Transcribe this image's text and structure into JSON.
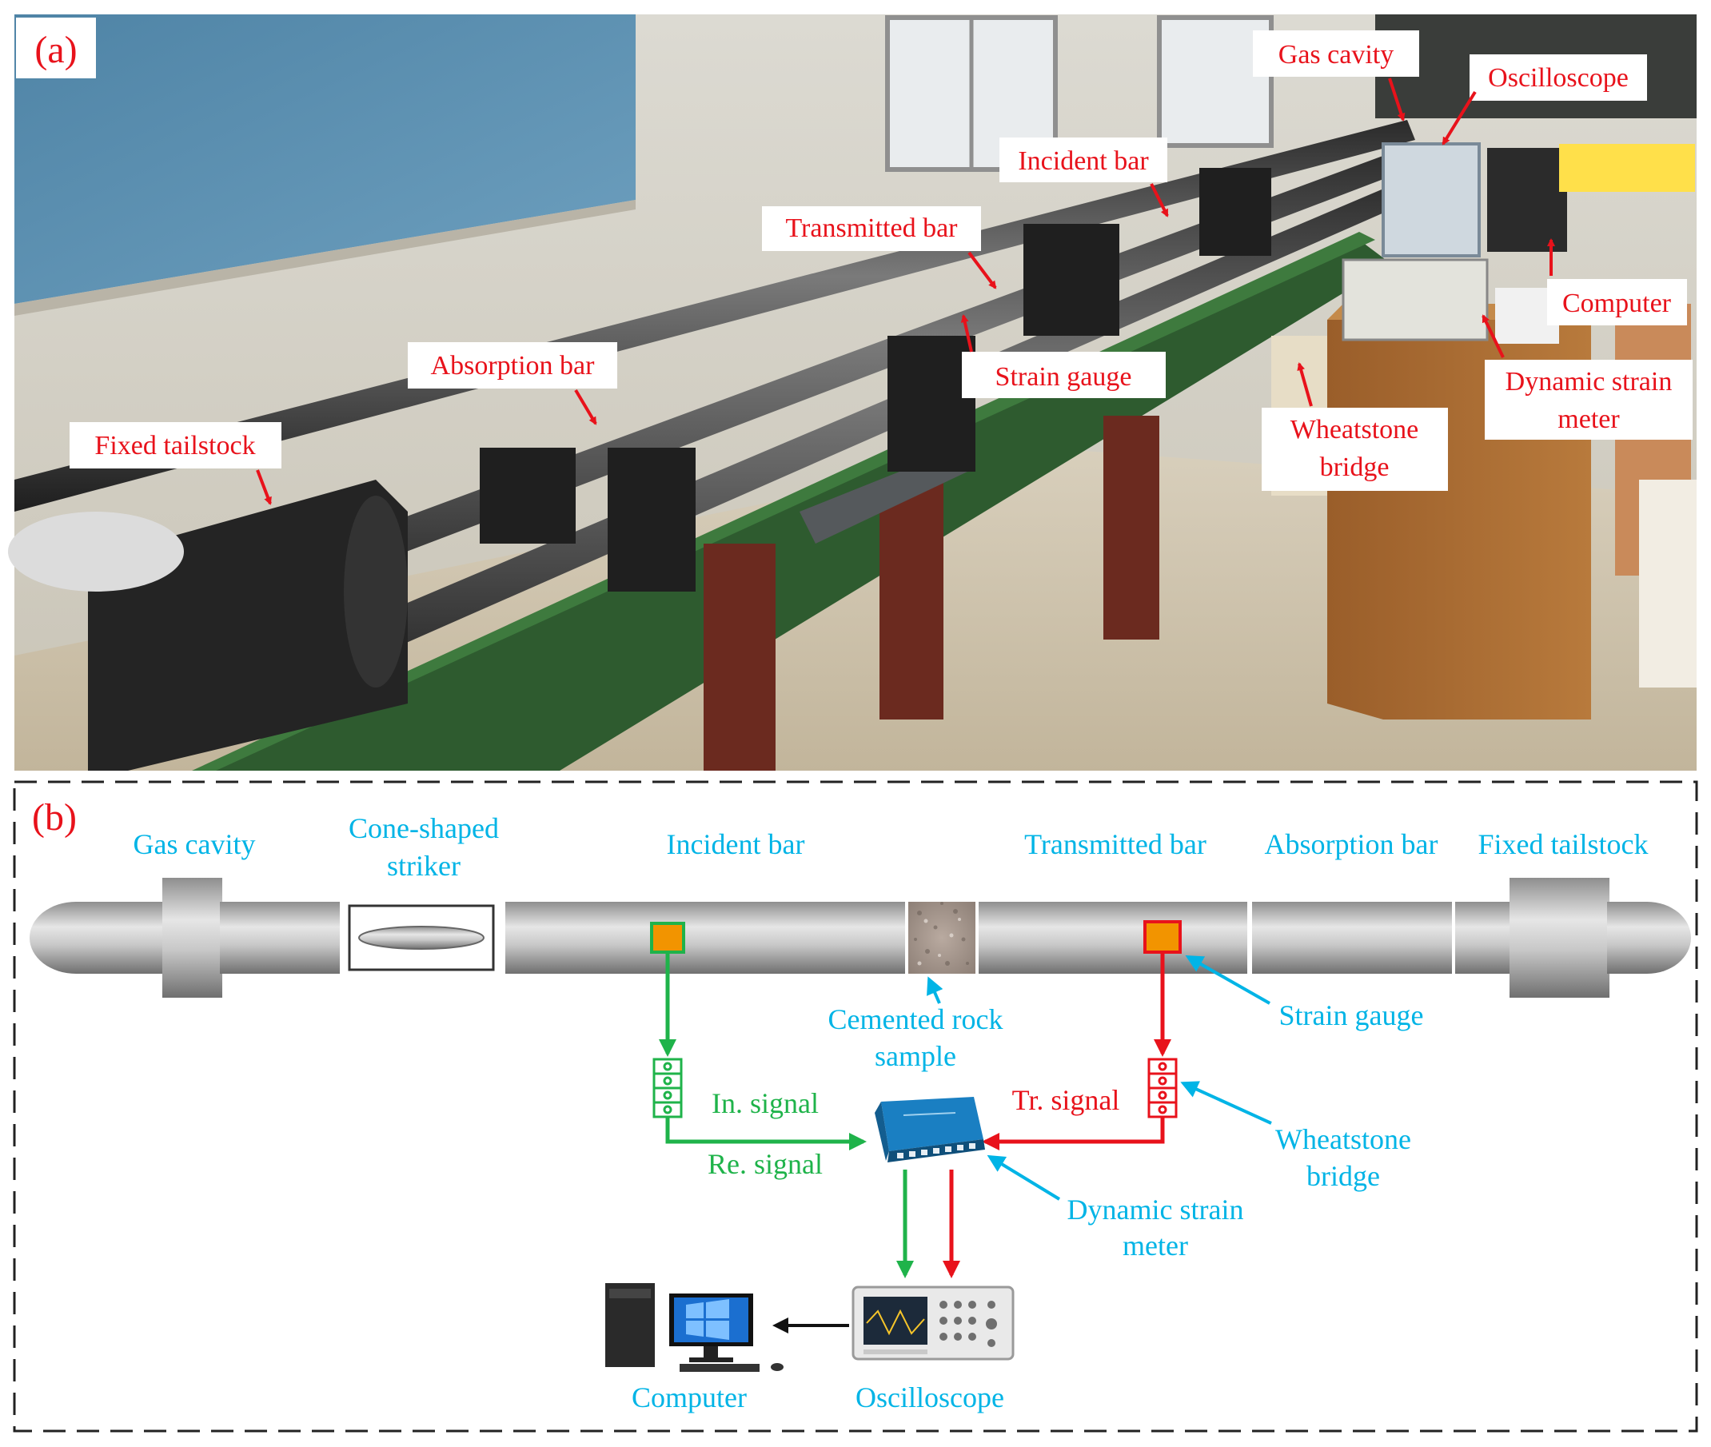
{
  "panel_a": {
    "label": "(a)",
    "callouts": {
      "gas_cavity": "Gas cavity",
      "oscilloscope": "Oscilloscope",
      "incident_bar": "Incident bar",
      "transmitted_bar": "Transmitted bar",
      "computer": "Computer",
      "absorption_bar": "Absorption bar",
      "strain_gauge": "Strain gauge",
      "dynamic_strain_meter_1": "Dynamic strain",
      "dynamic_strain_meter_2": "meter",
      "fixed_tailstock": "Fixed tailstock",
      "wheatstone_bridge_1": "Wheatstone",
      "wheatstone_bridge_2": "bridge"
    }
  },
  "panel_b": {
    "label": "(b)",
    "labels": {
      "gas_cavity": "Gas cavity",
      "striker_1": "Cone-shaped",
      "striker_2": "striker",
      "incident_bar": "Incident bar",
      "transmitted_bar": "Transmitted bar",
      "absorption_bar": "Absorption bar",
      "fixed_tailstock": "Fixed tailstock",
      "sample_1": "Cemented rock",
      "sample_2": "sample",
      "strain_gauge": "Strain gauge",
      "in_signal": "In. signal",
      "re_signal": "Re. signal",
      "tr_signal": "Tr. signal",
      "wheatstone_1": "Wheatstone",
      "wheatstone_2": "bridge",
      "dsm_1": "Dynamic strain",
      "dsm_2": "meter",
      "computer": "Computer",
      "oscilloscope": "Oscilloscope"
    }
  },
  "colors": {
    "callout_text": "#e8121b",
    "diagram_label": "#00b4e6",
    "green_signal": "#1fb34a",
    "red_signal": "#e8121b",
    "gauge_orange": "#f29400"
  }
}
